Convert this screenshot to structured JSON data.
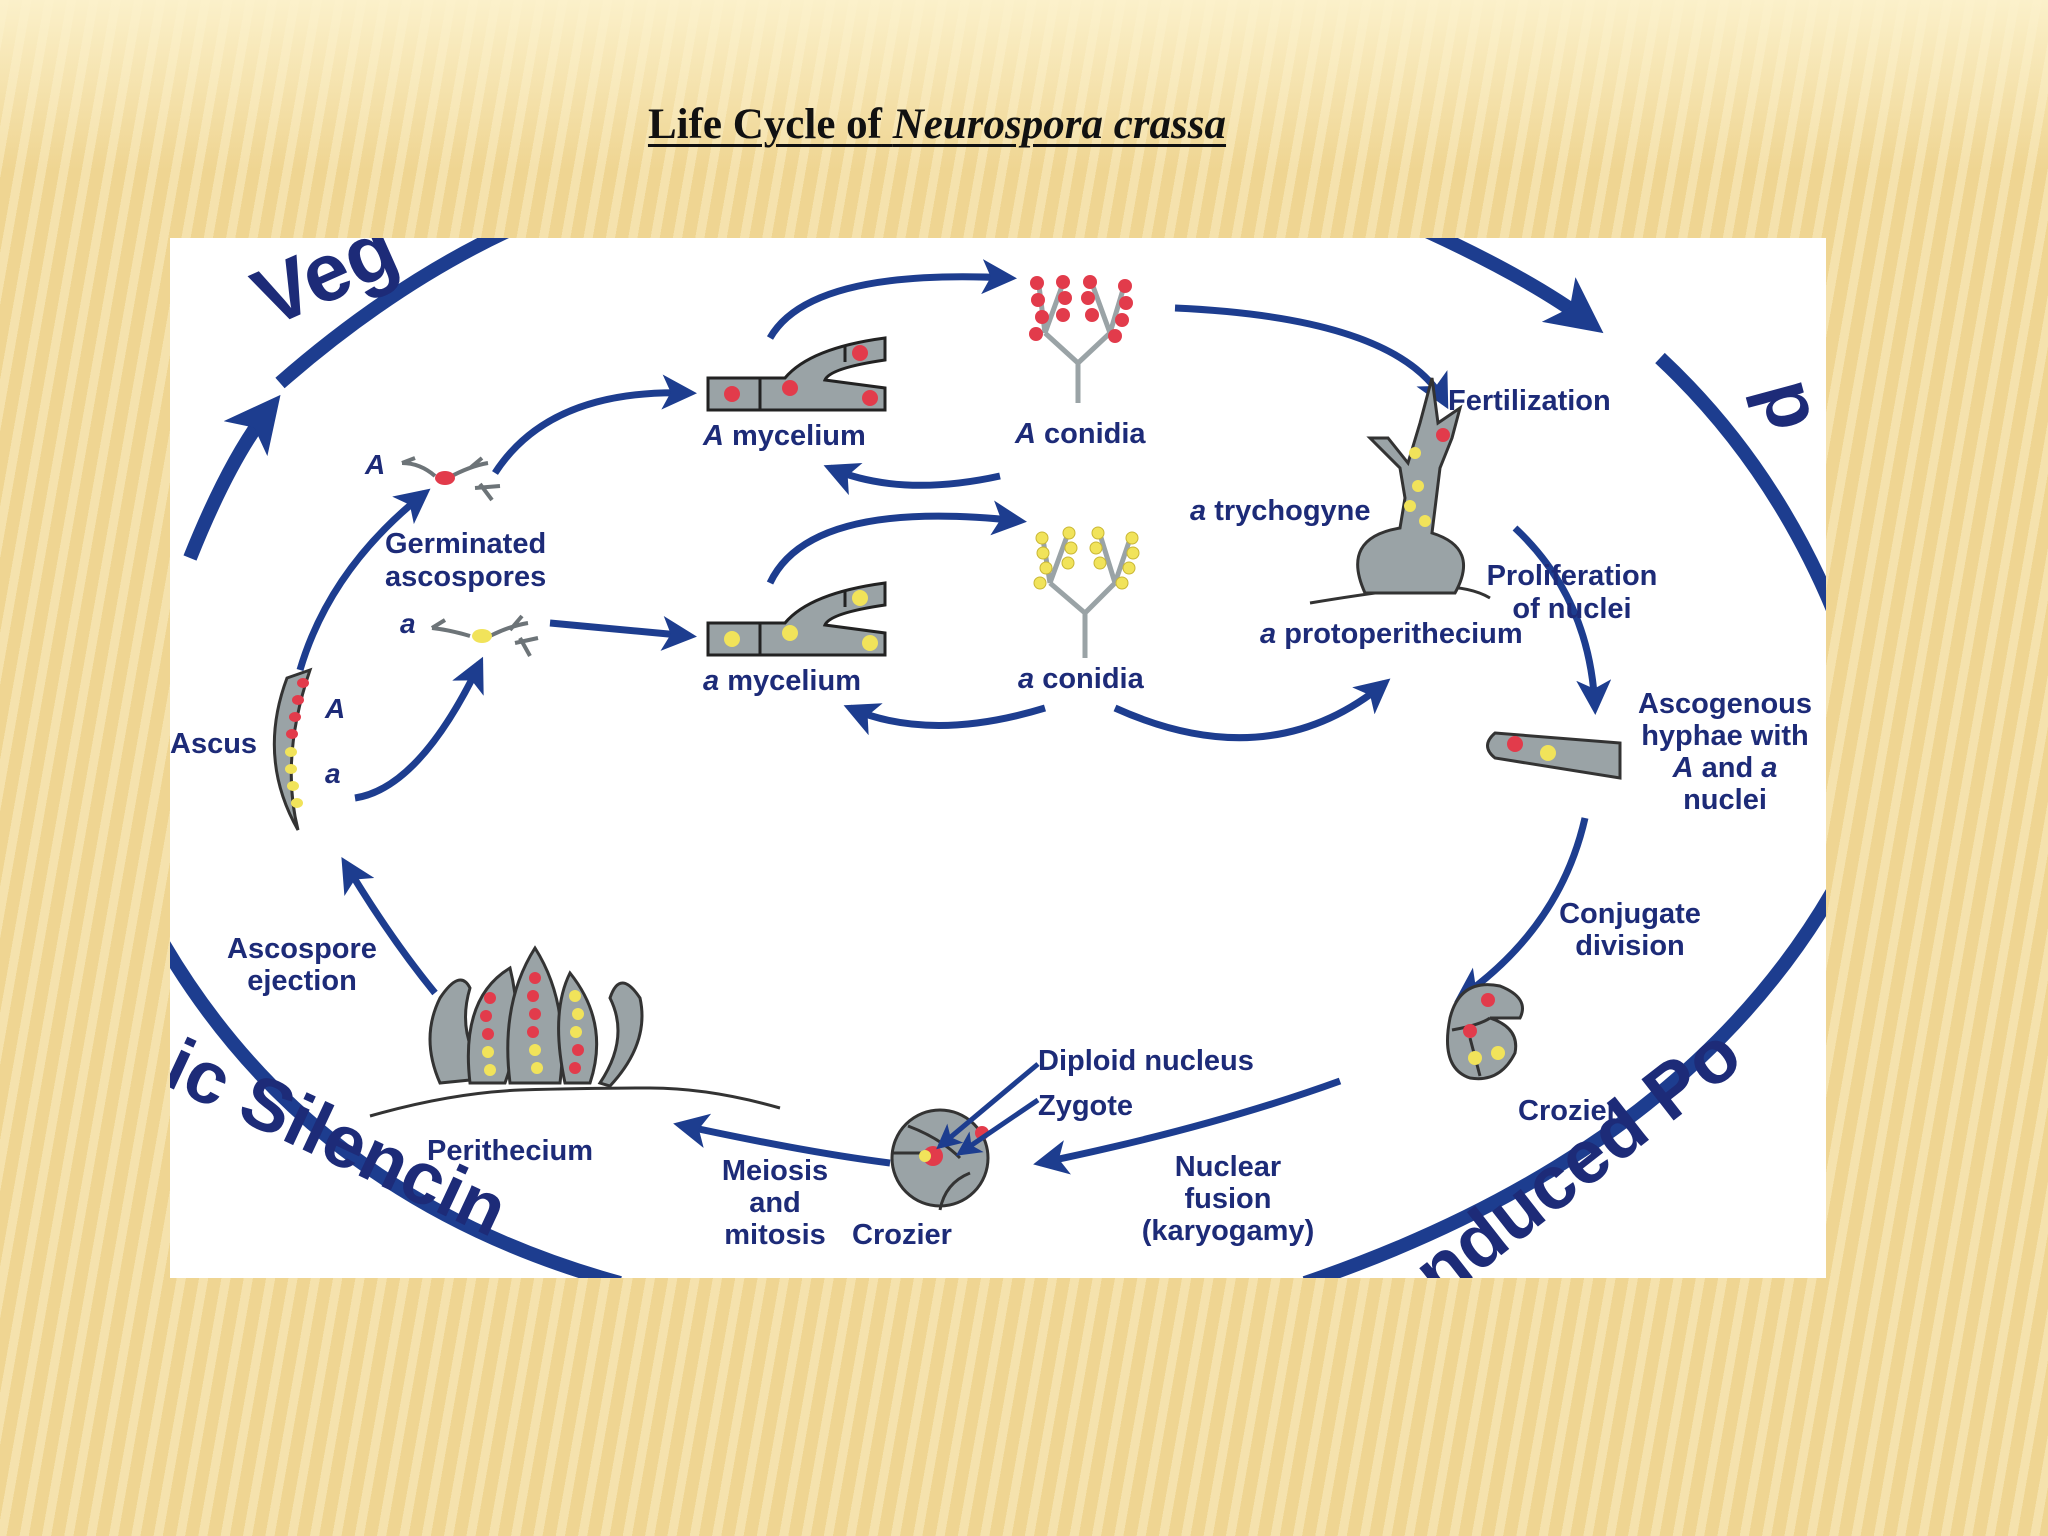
{
  "slide": {
    "title_prefix": "Life Cycle of",
    "title_species": "Neurospora crassa"
  },
  "colors": {
    "arrow": "#1d3d8f",
    "label": "#1d2b78",
    "nucleus_A": "#e23b4b",
    "nucleus_a": "#f1e35a",
    "hyphae": "#9aa3a6"
  },
  "ring": {
    "left_arc_top": "Veg",
    "left_arc_bottom": "ic Silencin",
    "right_arc_top": "p",
    "right_arc_bottom": "nduced Po"
  },
  "labels": {
    "A_mycelium_letter": "A",
    "A_mycelium": "mycelium",
    "A_conidia_letter": "A",
    "A_conidia": "conidia",
    "a_mycelium_letter": "a",
    "a_mycelium": "mycelium",
    "a_conidia_letter": "a",
    "a_conidia": "conidia",
    "fertilization": "Fertilization",
    "trichogyne_letter": "a",
    "trichogyne": "trychogyne",
    "protoperithecium_letter": "a",
    "protoperithecium": "protoperithecium",
    "germinated_1": "Germinated",
    "germinated_2": "ascospores",
    "spore_A": "A",
    "spore_a": "a",
    "ascus": "Ascus",
    "ascus_A": "A",
    "ascus_a": "a",
    "proliferation_1": "Proliferation",
    "proliferation_2": "of nuclei",
    "ascogenous_1": "Ascogenous",
    "ascogenous_2": "hyphae with",
    "ascogenous_3_letterA": "A",
    "ascogenous_3_and": "and",
    "ascogenous_3_lettera": "a",
    "ascogenous_4": "nuclei",
    "conjugate_1": "Conjugate",
    "conjugate_2": "division",
    "crozier_right": "Crozier",
    "nuclear_1": "Nuclear",
    "nuclear_2": "fusion",
    "nuclear_3": "(karyogamy)",
    "diploid": "Diploid nucleus",
    "zygote": "Zygote",
    "crozier_bottom": "Crozier",
    "meiosis_1": "Meiosis",
    "meiosis_2": "and",
    "meiosis_3": "mitosis",
    "perithecium": "Perithecium",
    "ascospore_1": "Ascospore",
    "ascospore_2": "ejection"
  }
}
